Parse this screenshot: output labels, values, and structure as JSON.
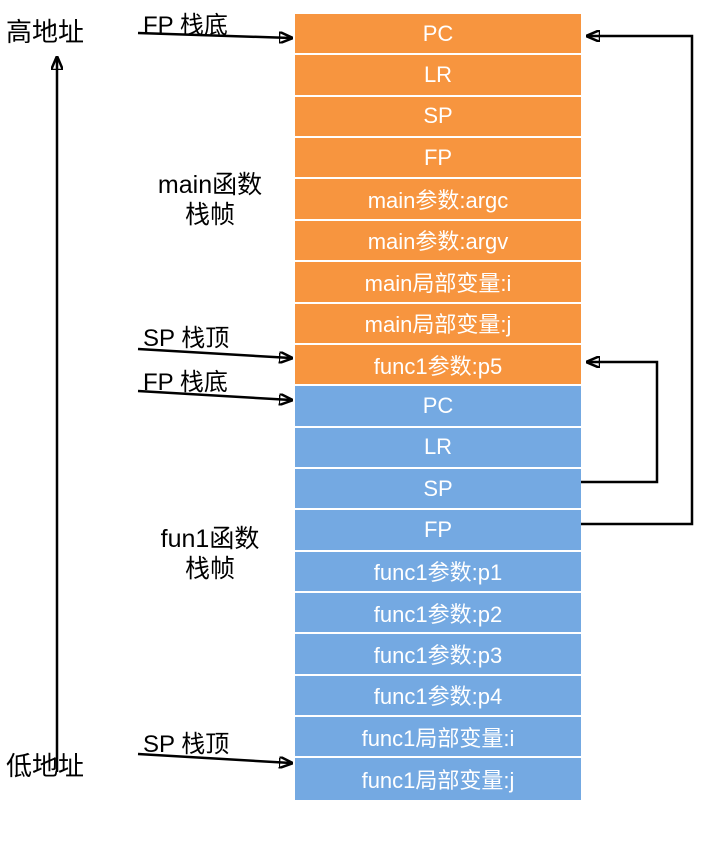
{
  "colors": {
    "main_frame_fill": "#F7953F",
    "func1_frame_fill": "#74A9E2",
    "divider": "#FFFFFF",
    "row_text": "#FFFFFF",
    "label_text": "#000000"
  },
  "axis": {
    "high": "高地址",
    "low": "低地址"
  },
  "pointers": {
    "fp_main": "FP 栈底",
    "sp_main": "SP 栈顶",
    "fp_func1": "FP 栈底",
    "sp_func1": "SP 栈顶"
  },
  "main_frame": {
    "label_line1": "main函数",
    "label_line2": "栈帧",
    "rows": [
      "PC",
      "LR",
      "SP",
      "FP",
      "main参数:argc",
      "main参数:argv",
      "main局部变量:i",
      "main局部变量:j",
      "func1参数:p5"
    ]
  },
  "func1_frame": {
    "label_line1": "fun1函数",
    "label_line2": "栈帧",
    "rows": [
      "PC",
      "LR",
      "SP",
      "FP",
      "func1参数:p1",
      "func1参数:p2",
      "func1参数:p3",
      "func1参数:p4",
      "func1局部变量:i",
      "func1局部变量:j"
    ]
  }
}
